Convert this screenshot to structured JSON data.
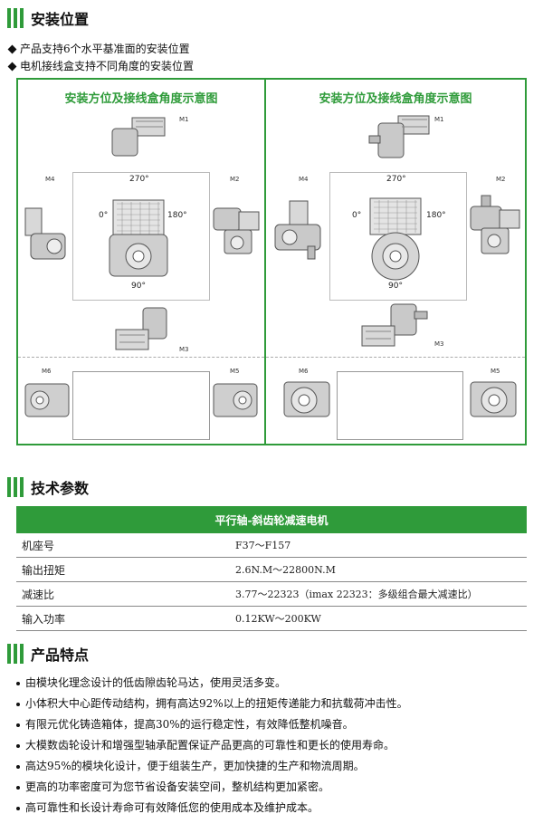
{
  "install": {
    "title": "安装位置",
    "bullets": [
      "产品支持6个水平基准面的安装位置",
      "电机接线盒支持不同角度的安装位置"
    ]
  },
  "diagram": {
    "left_title": "安装方位及接线盒角度示意图",
    "right_title": "安装方位及接线盒角度示意图",
    "positions": [
      "M1",
      "M2",
      "M3",
      "M4",
      "M5",
      "M6"
    ],
    "angles": [
      "270°",
      "0°",
      "180°",
      "90°"
    ]
  },
  "tech": {
    "title": "技术参数",
    "table_header": "平行轴-斜齿轮减速电机",
    "rows": [
      {
        "key": "机座号",
        "value": "F37～F157"
      },
      {
        "key": "输出扭矩",
        "value": "2.6N.M～22800N.M"
      },
      {
        "key": "减速比",
        "value": "3.77～22323（imax 22323：多级组合最大减速比）"
      },
      {
        "key": "输入功率",
        "value": "0.12KW～200KW"
      }
    ]
  },
  "features": {
    "title": "产品特点",
    "items": [
      "由模块化理念设计的低齿隙齿轮马达，使用灵活多变。",
      "小体积大中心距传动结构，拥有高达92%以上的扭矩传递能力和抗载荷冲击性。",
      "有限元优化铸造箱体，提高30%的运行稳定性，有效降低整机噪音。",
      "大模数齿轮设计和增强型轴承配置保证产品更高的可靠性和更长的使用寿命。",
      "高达95%的模块化设计，便于组装生产，更加快捷的生产和物流周期。",
      "更高的功率密度可为您节省设备安装空间，整机结构更加紧密。",
      "高可靠性和长设计寿命可有效降低您的使用成本及维护成本。"
    ]
  },
  "colors": {
    "accent": "#2f9b3a"
  }
}
